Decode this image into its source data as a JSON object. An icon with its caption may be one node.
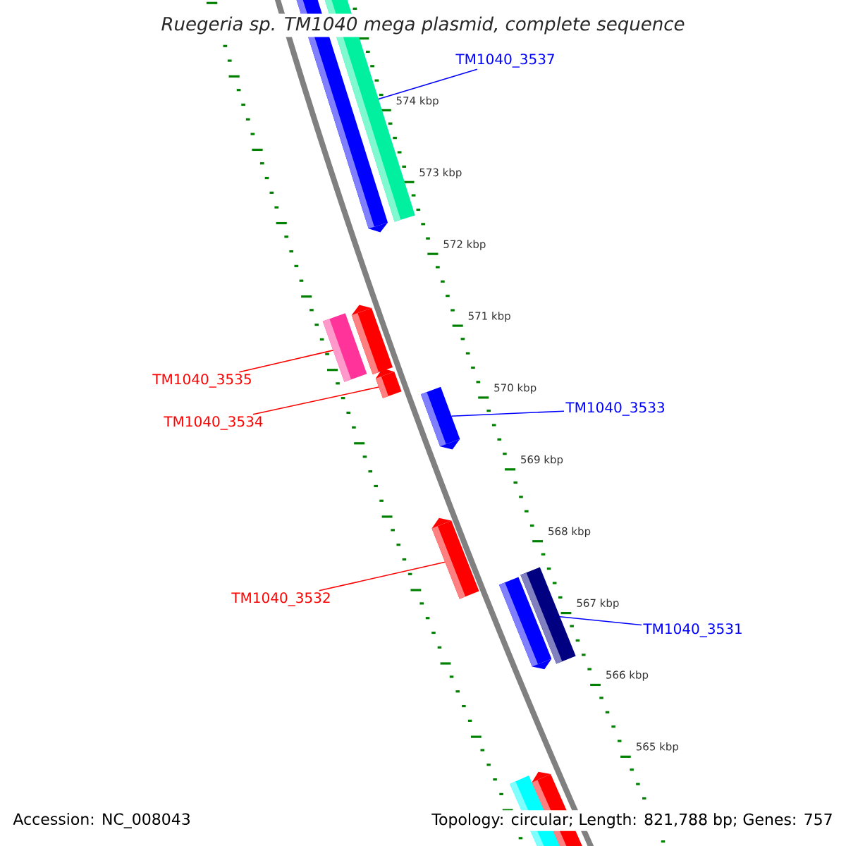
{
  "diagram": {
    "title": "Ruegeria sp. TM1040 mega plasmid, complete sequence",
    "nodes": [
      {
        "text": [],
        "shape": "bar"
      },
      {
        "text": [],
        "shape": "bar"
      },
      {
        "text": [
          "TM1040_3537"
        ]
      },
      {
        "text": [],
        "shape": "bar"
      },
      {
        "text": [],
        "shape": "bar"
      },
      {
        "text": [
          "TM1040_3533"
        ]
      },
      {
        "text": [],
        "shape": "bar"
      },
      {
        "text": [
          "TM1040_3535"
        ]
      },
      {
        "text": [],
        "shape": "bar"
      },
      {
        "text": [
          "TM1040_3534"
        ]
      },
      {
        "text": [],
        "shape": "bar"
      },
      {
        "text": [],
        "shape": "bar"
      },
      {
        "text": [
          "TM1040_3531"
        ]
      },
      {
        "text": [],
        "shape": "bar"
      },
      {
        "text": [
          "TM1040_3532"
        ]
      },
      {
        "text": [],
        "shape": "bar"
      },
      {
        "text": [],
        "shape": "bar"
      }
    ],
    "edges": [
      {
        "from": 2,
        "to": 1,
        "arrow": "none",
        "color": "#0000ff"
      },
      {
        "from": 7,
        "to": 4,
        "arrow": "none",
        "color": "#ff0000"
      },
      {
        "from": 9,
        "to": 6,
        "arrow": "none",
        "color": "#ff0000"
      },
      {
        "from": 5,
        "to": 8,
        "arrow": "none",
        "color": "#0000ff"
      },
      {
        "from": 14,
        "to": 10,
        "arrow": "none",
        "color": "#ff0000"
      },
      {
        "from": 12,
        "to": 11,
        "arrow": "none",
        "color": "#0000ff"
      }
    ],
    "labels": [
      "574 kbp",
      "573 kbp",
      "572 kbp",
      "571 kbp",
      "570 kbp",
      "569 kbp",
      "568 kbp",
      "567 kbp",
      "566 kbp",
      "565 kbp",
      "Accession: NC_008043",
      "Topology: circular; Length: 821,788 bp; Genes: 757"
    ]
  }
}
